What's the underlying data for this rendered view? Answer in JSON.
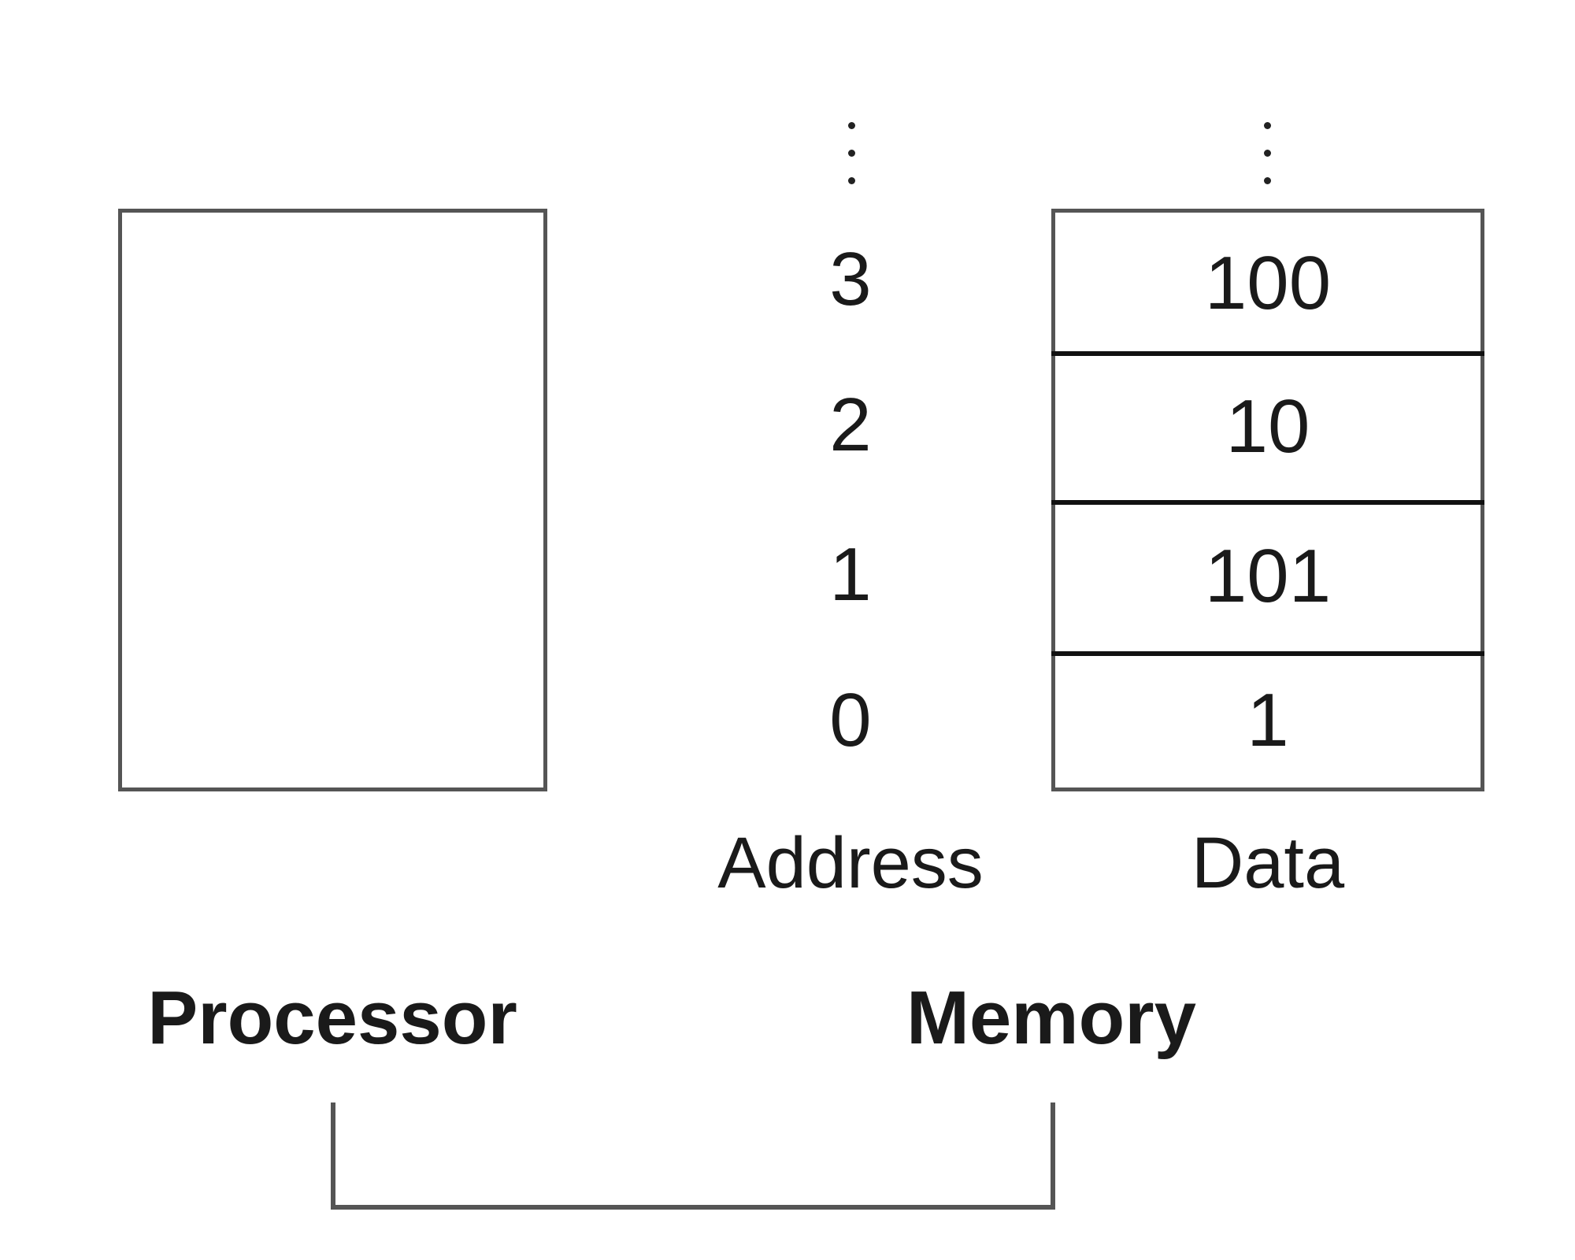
{
  "processor": {
    "label": "Processor"
  },
  "memory": {
    "label": "Memory",
    "address_header": "Address",
    "data_header": "Data",
    "cells": [
      {
        "address": "3",
        "data": "100"
      },
      {
        "address": "2",
        "data": "10"
      },
      {
        "address": "1",
        "data": "101"
      },
      {
        "address": "0",
        "data": "1"
      }
    ]
  },
  "colors": {
    "stroke": "#555555",
    "divider": "#111111",
    "text": "#1a1a1a"
  }
}
